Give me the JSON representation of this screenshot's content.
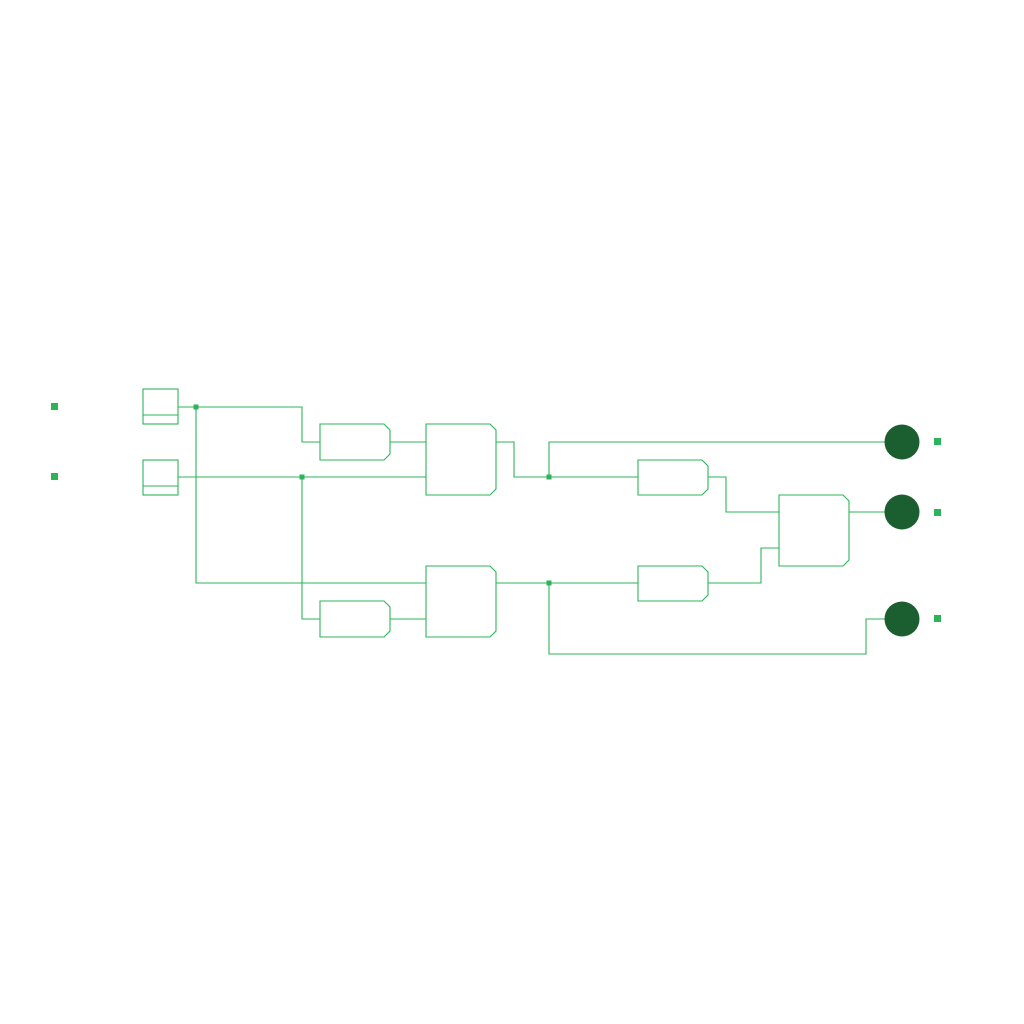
{
  "diagram": {
    "kind": "logic-circuit",
    "colors": {
      "background": "#ffffff",
      "wire": "#2db45a",
      "gate_stroke": "#2db45a",
      "pin": "#2db45a",
      "output_lamp": "#1b5e30"
    },
    "inputs": [
      {
        "id": "in-a",
        "icon": "input-switch-icon"
      },
      {
        "id": "in-b",
        "icon": "input-switch-icon"
      }
    ],
    "gates": [
      {
        "id": "gate-1",
        "icon": "logic-gate-small-icon"
      },
      {
        "id": "gate-2",
        "icon": "logic-gate-large-icon"
      },
      {
        "id": "gate-3",
        "icon": "logic-gate-small-icon"
      },
      {
        "id": "gate-4",
        "icon": "logic-gate-large-icon"
      },
      {
        "id": "gate-5",
        "icon": "logic-gate-small-icon"
      },
      {
        "id": "gate-6",
        "icon": "logic-gate-small-icon"
      },
      {
        "id": "gate-7",
        "icon": "logic-gate-large-icon"
      }
    ],
    "outputs": [
      {
        "id": "out-1",
        "icon": "output-lamp-icon"
      },
      {
        "id": "out-2",
        "icon": "output-lamp-icon"
      },
      {
        "id": "out-3",
        "icon": "output-lamp-icon"
      }
    ]
  }
}
